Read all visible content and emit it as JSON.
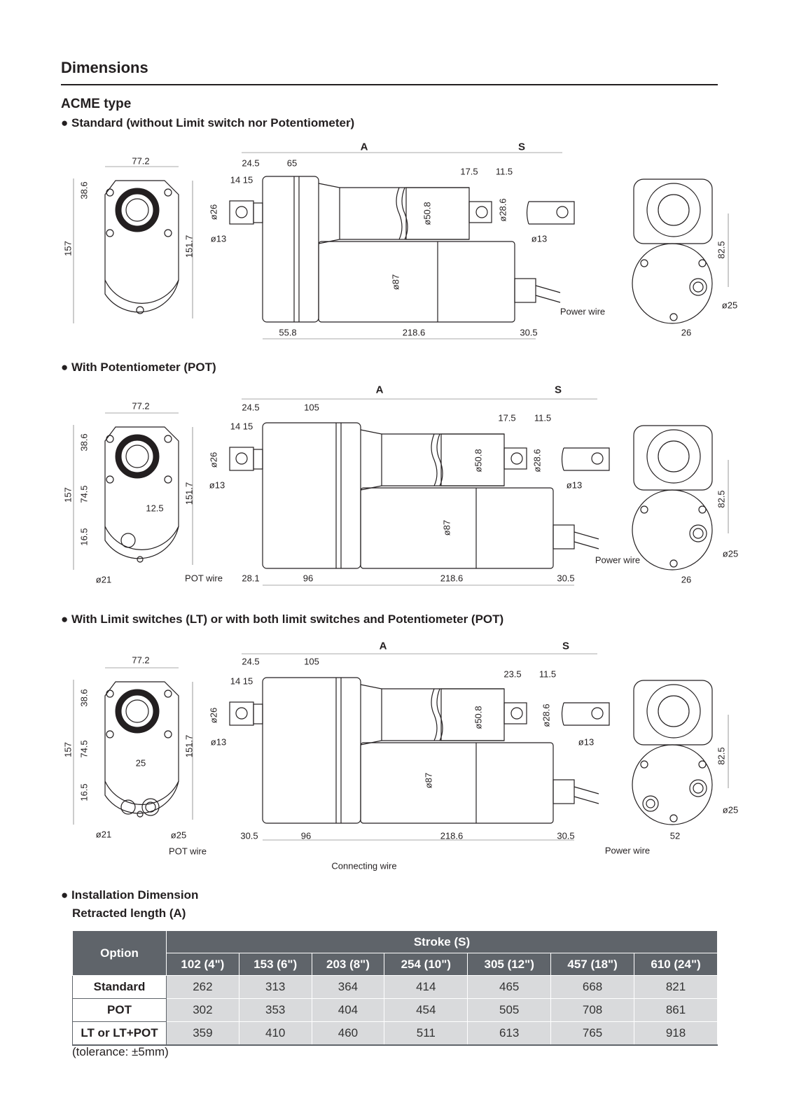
{
  "title": "Dimensions",
  "subtitle": "ACME type",
  "sections": [
    {
      "heading": "● Standard (without Limit switch nor Potentiometer)",
      "labels": {
        "front_width": "77.2",
        "front_top": "38.6",
        "front_height": "157",
        "front_height_inner": "151.7",
        "A": "A",
        "S": "S",
        "d24_5": "24.5",
        "d65": "65",
        "d14_15": "14 15",
        "d17_5": "17.5",
        "d11_5": "11.5",
        "phi26": "ø26",
        "phi13_left": "ø13",
        "phi50_8": "ø50.8",
        "phi28_6": "ø28.6",
        "phi13_right": "ø13",
        "phi87": "ø87",
        "power_wire": "Power wire",
        "d55_8": "55.8",
        "d218_6": "218.6",
        "d30_5": "30.5",
        "end_height": "82.5",
        "end_phi25": "ø25",
        "end_width": "26"
      }
    },
    {
      "heading": "● With Potentiometer (POT)",
      "labels": {
        "front_width": "77.2",
        "front_top": "38.6",
        "front_height": "157",
        "front_mid": "74.5",
        "front_height_inner": "151.7",
        "front_offset": "12.5",
        "front_bottom": "16.5",
        "front_phi21": "ø21",
        "A": "A",
        "S": "S",
        "d24_5": "24.5",
        "d105": "105",
        "d14_15": "14 15",
        "d17_5": "17.5",
        "d11_5": "11.5",
        "phi26": "ø26",
        "phi13_left": "ø13",
        "phi50_8": "ø50.8",
        "phi28_6": "ø28.6",
        "phi13_right": "ø13",
        "phi87": "ø87",
        "pot_wire": "POT wire",
        "d28_1": "28.1",
        "d96": "96",
        "d218_6": "218.6",
        "d30_5": "30.5",
        "power_wire": "Power wire",
        "end_height": "82.5",
        "end_phi25": "ø25",
        "end_width": "26"
      }
    },
    {
      "heading": "● With Limit switches (LT) or with both limit switches and Potentiometer (POT)",
      "labels": {
        "front_width": "77.2",
        "front_top": "38.6",
        "front_height": "157",
        "front_mid": "74.5",
        "front_height_inner": "151.7",
        "front_spacing": "25",
        "front_bottom": "16.5",
        "front_phi21": "ø21",
        "front_phi25": "ø25",
        "pot_wire": "POT wire",
        "A": "A",
        "S": "S",
        "d24_5": "24.5",
        "d105": "105",
        "d14_15": "14 15",
        "d23_5": "23.5",
        "d11_5": "11.5",
        "phi26": "ø26",
        "phi13_left": "ø13",
        "phi50_8": "ø50.8",
        "phi28_6": "ø28.6",
        "phi13_right": "ø13",
        "phi87": "ø87",
        "d30_5_left": "30.5",
        "d96": "96",
        "d218_6": "218.6",
        "d30_5": "30.5",
        "power_wire": "Power wire",
        "connecting_wire": "Connecting wire",
        "end_height": "82.5",
        "end_phi25": "ø25",
        "end_width": "52"
      }
    }
  ],
  "installation": {
    "heading": "● Installation Dimension",
    "subheading": "Retracted length (A)",
    "table": {
      "option_header": "Option",
      "stroke_header": "Stroke (S)",
      "strokes": [
        "102 (4\")",
        "153 (6\")",
        "203 (8\")",
        "254 (10\")",
        "305 (12\")",
        "457 (18\")",
        "610 (24\")"
      ],
      "rows": [
        {
          "option": "Standard",
          "values": [
            "262",
            "313",
            "364",
            "414",
            "465",
            "668",
            "821"
          ]
        },
        {
          "option": "POT",
          "values": [
            "302",
            "353",
            "404",
            "454",
            "505",
            "708",
            "861"
          ]
        },
        {
          "option": "LT or LT+POT",
          "values": [
            "359",
            "410",
            "460",
            "511",
            "613",
            "765",
            "918"
          ]
        }
      ]
    },
    "tolerance": "(tolerance: ±5mm)"
  }
}
